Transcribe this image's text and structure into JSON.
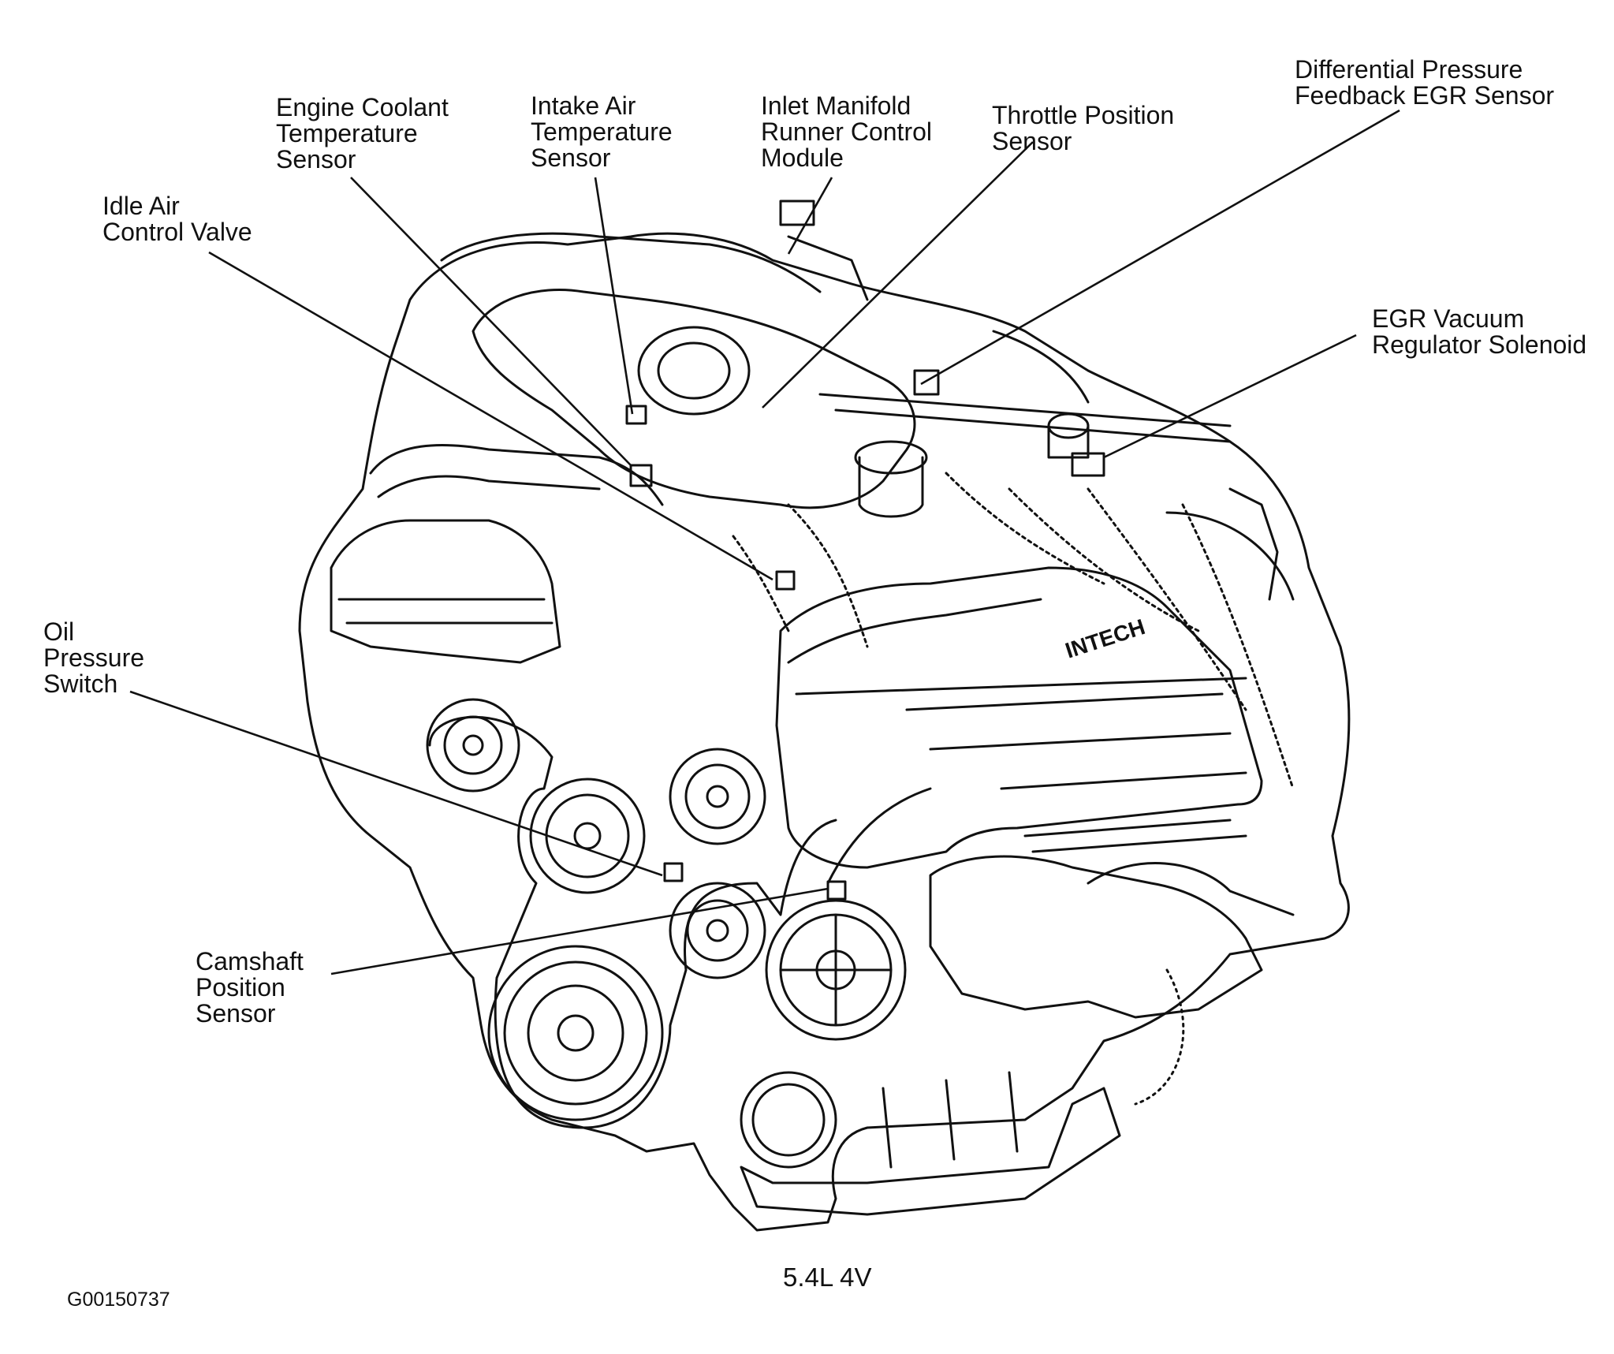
{
  "labels": {
    "engine_coolant_temperature_sensor": "Engine Coolant\nTemperature\nSensor",
    "intake_air_temperature_sensor": "Intake Air\nTemperature\nSensor",
    "inlet_manifold_runner_control_module": "Inlet Manifold\nRunner Control\nModule",
    "throttle_position_sensor": "Throttle Position\nSensor",
    "differential_pressure_feedback_egr_sensor": "Differential Pressure\nFeedback EGR Sensor",
    "idle_air_control_valve": "Idle Air\nControl Valve",
    "egr_vacuum_regulator_solenoid": "EGR Vacuum\nRegulator Solenoid",
    "oil_pressure_switch": "Oil\nPressure\nSwitch",
    "camshaft_position_sensor": "Camshaft\nPosition\nSensor"
  },
  "caption": "5.4L 4V",
  "figure_id": "G00150737",
  "valve_cover_text": "INTECH"
}
